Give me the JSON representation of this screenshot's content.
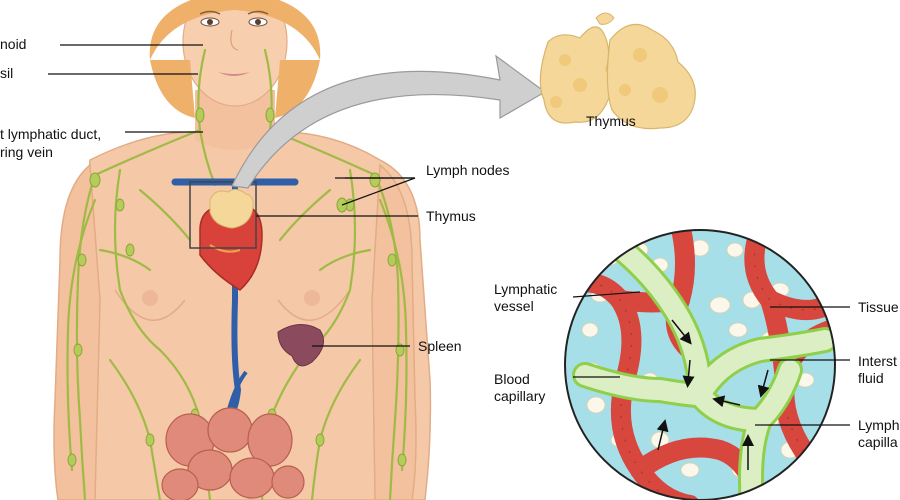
{
  "labels": {
    "adenoid": "noid",
    "tonsil": "sil",
    "duct_line1": "t lymphatic duct,",
    "duct_line2": "ring vein",
    "lymph_nodes": "Lymph nodes",
    "thymus": "Thymus",
    "thymus_inset": "Thymus",
    "spleen": "Spleen",
    "lymphatic_vessel_line1": "Lymphatic",
    "lymphatic_vessel_line2": "vessel",
    "blood_capillary_line1": "Blood",
    "blood_capillary_line2": "capillary",
    "tissue": "Tissue",
    "interstitial_line1": "Interst",
    "interstitial_line2": "fluid",
    "lymph_capillary_line1": "Lymph",
    "lymph_capillary_line2": "capilla"
  },
  "colors": {
    "skin": "#f5c9a7",
    "hair": "#efb06a",
    "lymph": "#9fba45",
    "vein": "#2f5fa8",
    "heart": "#d9423a",
    "spleen": "#8c4a5e",
    "intestine": "#e08a7c",
    "thymus": "#f5d79a",
    "capillary": "#d8473e",
    "fluid": "#a7dfe8",
    "lymph_vessel": "#dcefc4"
  }
}
